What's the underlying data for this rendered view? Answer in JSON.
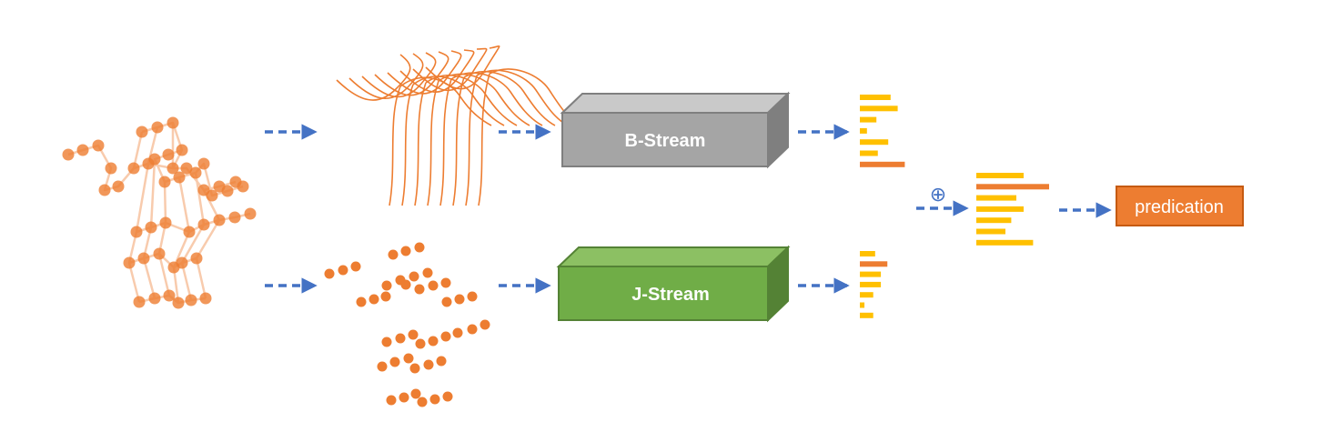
{
  "streams": {
    "bone": {
      "label": "B-Stream",
      "colors": {
        "front": "#a5a5a5",
        "top": "#c9c9c9",
        "side": "#7f7f7f",
        "stroke": "#7f7f7f"
      }
    },
    "joint": {
      "label": "J-Stream",
      "colors": {
        "front": "#70ad47",
        "top": "#8cc063",
        "side": "#548235",
        "stroke": "#548235"
      }
    }
  },
  "fusion": {
    "symbol": "⊕"
  },
  "output": {
    "label": "predication",
    "color": "#ed7d31"
  },
  "colors": {
    "arrow": "#4472c4",
    "skeleton_joint": "#ed7d31",
    "skeleton_bone": "#f8cbad",
    "bar_default": "#ffc000",
    "bar_highlight": "#ed7d31"
  },
  "score_bars": {
    "bone": {
      "values": [
        0.65,
        0.8,
        0.35,
        0.15,
        0.6,
        0.38,
        0.95
      ],
      "highlight_index": 6
    },
    "joint": {
      "values": [
        0.4,
        0.72,
        0.55,
        0.55,
        0.35,
        0.12,
        0.35
      ],
      "highlight_index": 1
    },
    "fused": {
      "values": [
        0.65,
        1.0,
        0.55,
        0.65,
        0.48,
        0.4,
        0.78
      ],
      "highlight_index": 1
    }
  }
}
